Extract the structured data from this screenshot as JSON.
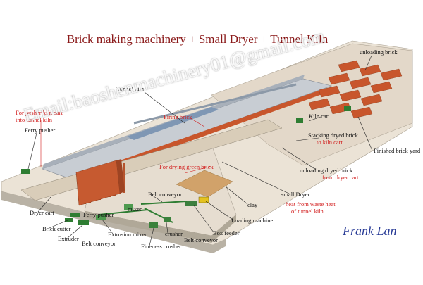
{
  "title": "Brick making machinery + Small Dryer + Tunnel Kiln",
  "watermark": "Email:baoshenmachinery01@gmail.com",
  "signature": "Frank Lan",
  "labels": {
    "unloading_brick": "unloading brick",
    "tunnel_kiln": "Tunnel kiln",
    "for_pusher_kiln_cart": "For pusher kiln cart",
    "into_tunnel_kiln": "into tunnel kiln",
    "ferry_pusher_top": "Ferry pusher",
    "firing_brick": "Firing brick",
    "kiln_car": "Kiln car",
    "stacking_dryed_brick": "Stacking dryed brick",
    "to_kiln_cart": "to kiln cart",
    "finished_brick_yard": "Finished brick yard",
    "unloading_dryed_brick": "unloading dryed brick",
    "from_dryer_cart": "from dryer cart",
    "for_drying_green_brick": "For drying green brick",
    "clay": "clay",
    "small_dryer": "small Dryer",
    "heat_from_waste": "heat from waste heat",
    "of_tunnel_kiln": "of tunnel kiln",
    "belt_conveyor_top": "Belt conveyor",
    "mixer": "mixer",
    "dryer_cart": "Dryer cart",
    "ferry_pusher_bottom": "Ferry pusher",
    "brick_cutter": "Brick cutter",
    "extrusion_mixer": "Extrusion mixer",
    "extruder": "Extruder",
    "belt_conveyor_bottom_left": "Belt conveyor",
    "crusher": "crusher",
    "belt_conveyor_bottom_right": "Belt conveyor",
    "box_feeder": "Box feeder",
    "loading_machine": "Loading machine",
    "fineness_crusher": "Fineness crusher"
  },
  "colors": {
    "title": "#8b1a1a",
    "label": "#111111",
    "label_red": "#d21b1b",
    "brick": "#c8562c",
    "floor": "#ece4d8",
    "machine_green": "#2e7d32",
    "kiln_blue": "#7f97b4",
    "signature": "#283b96"
  }
}
